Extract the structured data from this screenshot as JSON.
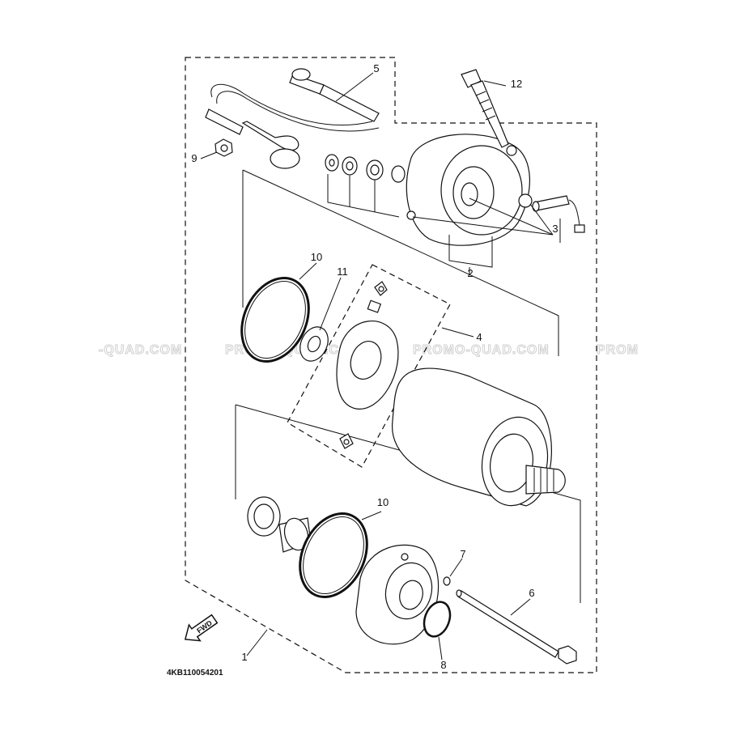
{
  "diagram": {
    "callouts": [
      "1",
      "2",
      "3",
      "4",
      "5",
      "6",
      "7",
      "8",
      "9",
      "10",
      "10",
      "11",
      "12"
    ],
    "drawing_code": "4KB110054201",
    "watermark": "PROMO-QUAD.COM",
    "watermark_left_fragment": "-QUAD.COM",
    "watermark_right_fragment": "PROM",
    "direction_badge": "FWD"
  }
}
